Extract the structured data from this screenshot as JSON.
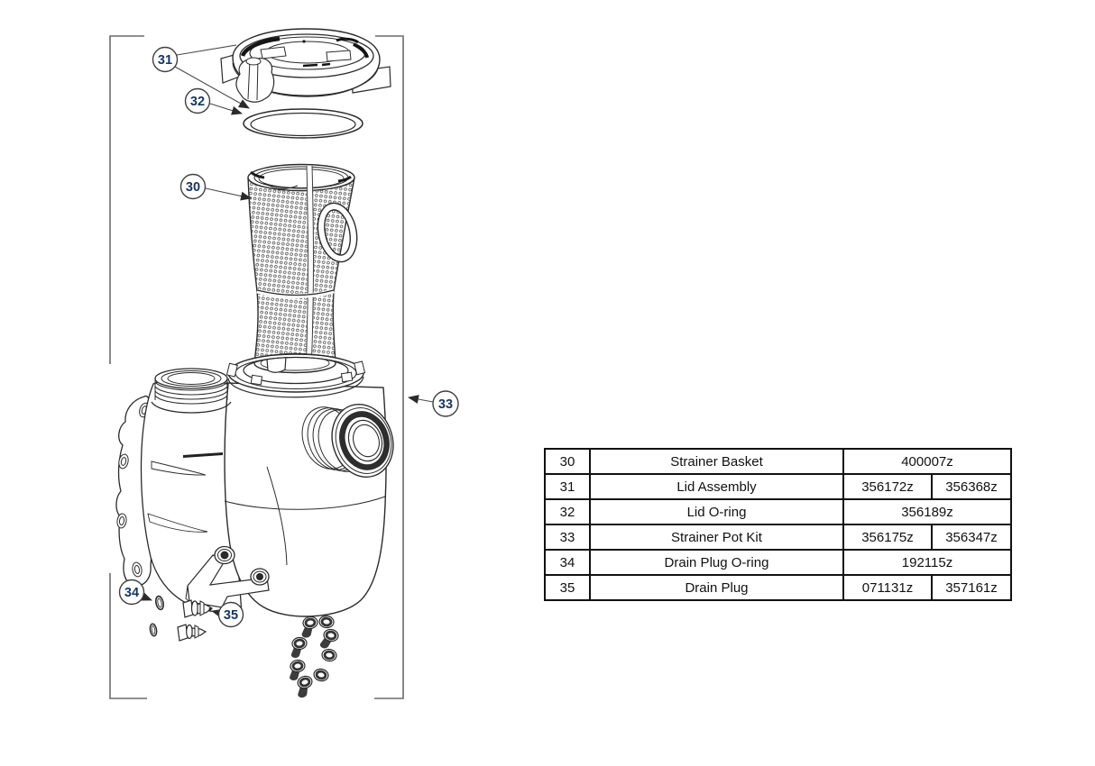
{
  "diagram": {
    "description": "Exploded parts diagram of pump strainer pot assembly",
    "callouts": {
      "c30": "30",
      "c31": "31",
      "c32": "32",
      "c33": "33",
      "c34": "34",
      "c35": "35"
    }
  },
  "parts_table": {
    "rows": [
      {
        "num": "30",
        "desc": "Strainer Basket",
        "parts": [
          "400007z"
        ]
      },
      {
        "num": "31",
        "desc": "Lid Assembly",
        "parts": [
          "356172z",
          "356368z"
        ]
      },
      {
        "num": "32",
        "desc": "Lid O-ring",
        "parts": [
          "356189z"
        ]
      },
      {
        "num": "33",
        "desc": "Strainer Pot Kit",
        "parts": [
          "356175z",
          "356347z"
        ]
      },
      {
        "num": "34",
        "desc": "Drain Plug O-ring",
        "parts": [
          "192115z"
        ]
      },
      {
        "num": "35",
        "desc": "Drain Plug",
        "parts": [
          "071131z",
          "357161z"
        ]
      }
    ]
  },
  "colors": {
    "callout_number": "#17365d",
    "drawing_line": "#2b2b2b",
    "frame_line": "#6b6b6b",
    "table_border": "#111111",
    "table_text": "#111111"
  }
}
